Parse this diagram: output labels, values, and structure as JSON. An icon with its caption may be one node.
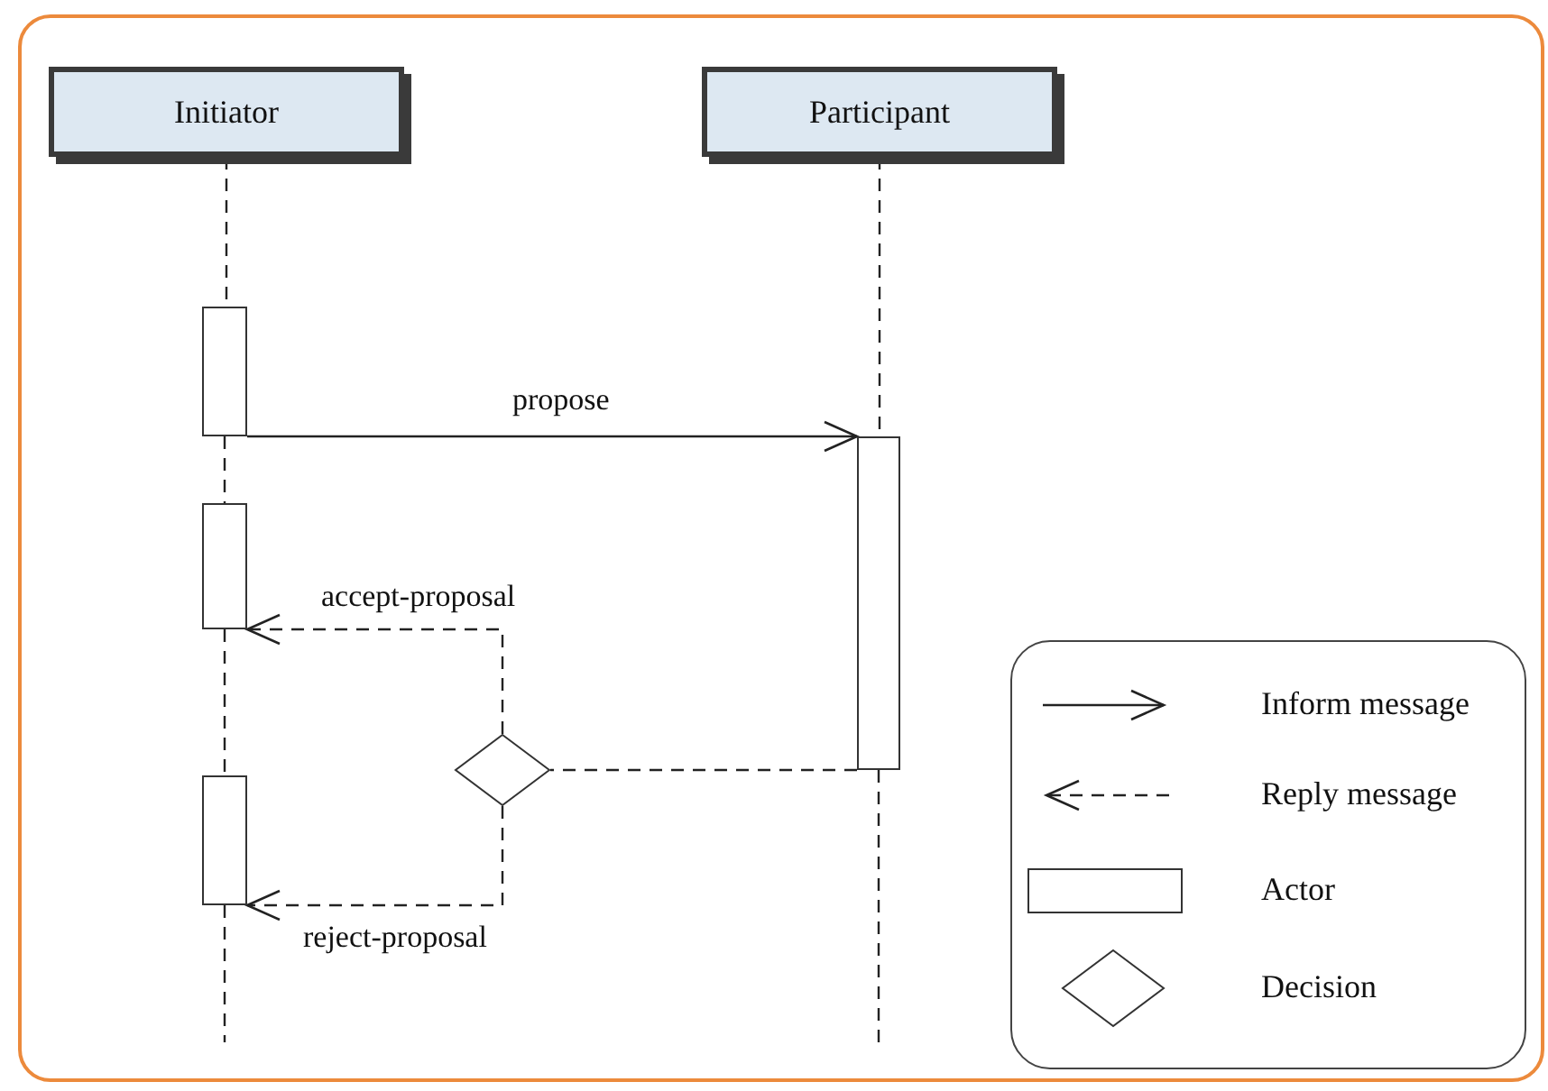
{
  "diagram": {
    "nodes": [
      {
        "text": [
          "Initiator"
        ]
      },
      {
        "text": [
          "Participant"
        ]
      },
      {
        "text": [],
        "shape": "bar"
      },
      {
        "text": [],
        "shape": "bar"
      },
      {
        "text": [],
        "shape": "bar"
      },
      {
        "text": [],
        "shape": "bar"
      },
      {
        "text": [],
        "shape": "diamond"
      }
    ],
    "edges": [
      {
        "from": 0,
        "to": 2,
        "arrow": "none",
        "style": "dashed"
      },
      {
        "from": 2,
        "to": 3,
        "arrow": "none",
        "style": "dashed"
      },
      {
        "from": 3,
        "to": 4,
        "arrow": "none",
        "style": "dashed"
      },
      {
        "from": 4,
        "to": null,
        "arrow": "none",
        "style": "dashed"
      },
      {
        "from": 1,
        "to": 5,
        "arrow": "none",
        "style": "dashed"
      },
      {
        "from": 5,
        "to": null,
        "arrow": "none",
        "style": "dashed"
      },
      {
        "from": 2,
        "to": 5,
        "arrow": "to",
        "label": "propose"
      },
      {
        "from": 5,
        "to": 6,
        "arrow": "none",
        "style": "dashed"
      },
      {
        "from": 6,
        "to": 3,
        "arrow": "to",
        "label": "accept-proposal",
        "style": "dashed"
      },
      {
        "from": 6,
        "to": 4,
        "arrow": "to",
        "label": "reject-proposal",
        "style": "dashed"
      }
    ],
    "legend": [
      {
        "text": "Inform message"
      },
      {
        "text": "Reply message"
      },
      {
        "text": "Actor"
      },
      {
        "text": "Decision"
      }
    ]
  }
}
